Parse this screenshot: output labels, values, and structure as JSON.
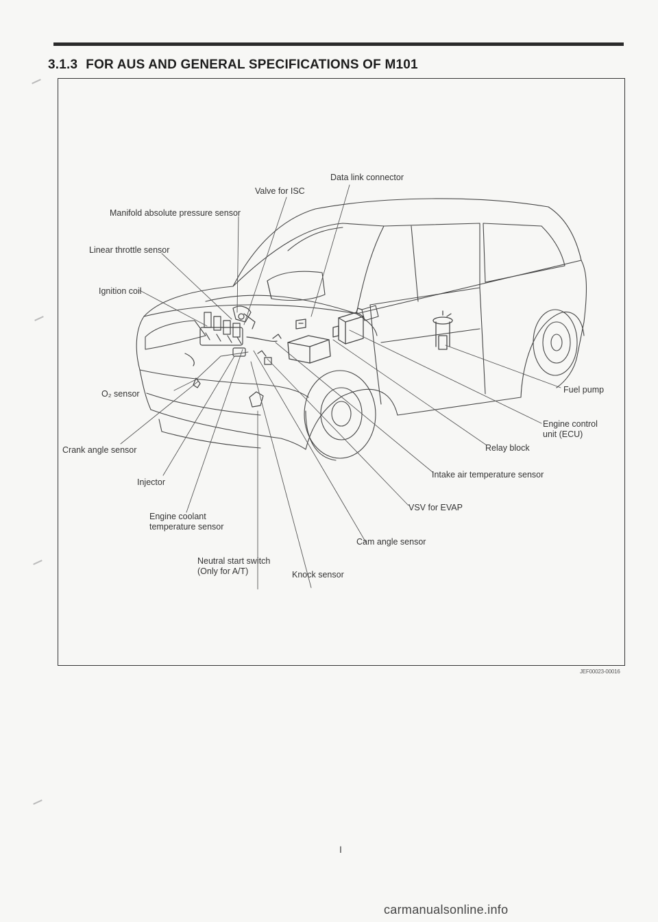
{
  "section": {
    "number": "3.1.3",
    "title": "FOR AUS AND GENERAL SPECIFICATIONS OF M101"
  },
  "callouts": {
    "data_link_connector": "Data link connector",
    "valve_isc": "Valve for ISC",
    "manifold_pressure": "Manifold absolute pressure sensor",
    "linear_throttle": "Linear throttle sensor",
    "ignition_coil": "Ignition coil",
    "o2_sensor": "O₂ sensor",
    "crank_angle": "Crank angle sensor",
    "injector": "Injector",
    "coolant_temp_1": "Engine coolant",
    "coolant_temp_2": "temperature sensor",
    "neutral_start_1": "Neutral start switch",
    "neutral_start_2": "(Only for A/T)",
    "knock_sensor": "Knock sensor",
    "cam_angle": "Cam angle sensor",
    "vsv_evap": "VSV for EVAP",
    "intake_air_temp": "Intake air temperature sensor",
    "relay_block": "Relay block",
    "ecu_1": "Engine control",
    "ecu_2": "unit (ECU)",
    "fuel_pump": "Fuel pump"
  },
  "figure_ref": "JEF00023-00016",
  "page_mark": "I",
  "watermark": "carmanualsonline.info",
  "colors": {
    "ink": "#333333",
    "paper": "#f7f7f5",
    "rule": "#2a2a2a"
  }
}
